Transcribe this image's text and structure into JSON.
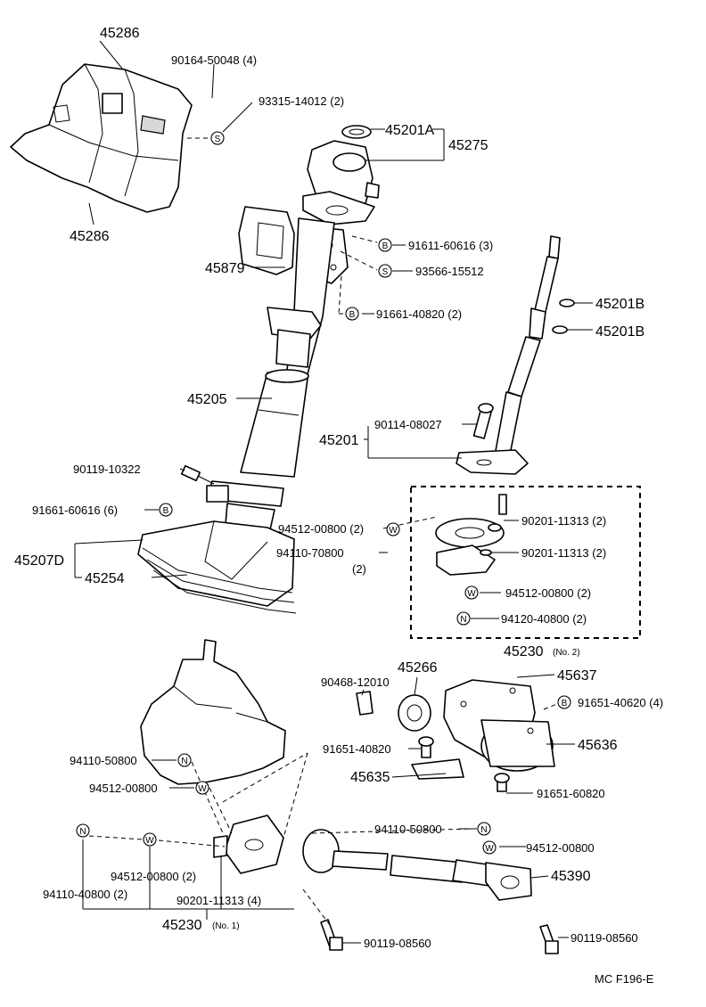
{
  "footer_code": "MC F196-E",
  "callouts": {
    "c45286_top": "45286",
    "c45286_bot": "45286",
    "c90164": "90164-50048 (4)",
    "c93315": "93315-14012 (2)",
    "c45201A": "45201A",
    "c45275": "45275",
    "c91611": "91611-60616 (3)",
    "c45879": "45879",
    "c93566": "93566-15512",
    "c91661_40820": "91661-40820 (2)",
    "c45201B_1": "45201B",
    "c45201B_2": "45201B",
    "c45205": "45205",
    "c90114": "90114-08027",
    "c45201": "45201",
    "c90119_10322": "90119-10322",
    "c91661_60616": "91661-60616 (6)",
    "c94512_a": "94512-00800 (2)",
    "c94110_70800": "94110-70800",
    "c94110_70800_qty": "(2)",
    "c45207D": "45207D",
    "c45254": "45254",
    "c90201_a": "90201-11313 (2)",
    "c90201_b": "90201-11313 (2)",
    "c94512_b": "94512-00800 (2)",
    "c94120": "94120-40800 (2)",
    "c45230_no2": "45230",
    "c45230_no2_sub": "(No. 2)",
    "c90468": "90468-12010",
    "c45266": "45266",
    "c45637": "45637",
    "c91651_40620": "91651-40620 (4)",
    "c94110_50800_l": "94110-50800",
    "c91651_40820": "91651-40820",
    "c45636": "45636",
    "c94512_c": "94512-00800",
    "c45635": "45635",
    "c91651_60820": "91651-60820",
    "c94110_50800_r": "94110-50800",
    "c94512_d": "94512-00800",
    "c94512_e": "94512-00800 (2)",
    "c45390": "45390",
    "c94110_40800": "94110-40800 (2)",
    "c90201_c": "90201-11313 (4)",
    "c45230_no1": "45230",
    "c45230_no1_sub": "(No. 1)",
    "c90119_08560_a": "90119-08560",
    "c90119_08560_b": "90119-08560"
  },
  "symbols": {
    "S": "S",
    "B": "B",
    "W": "W",
    "N": "N"
  }
}
